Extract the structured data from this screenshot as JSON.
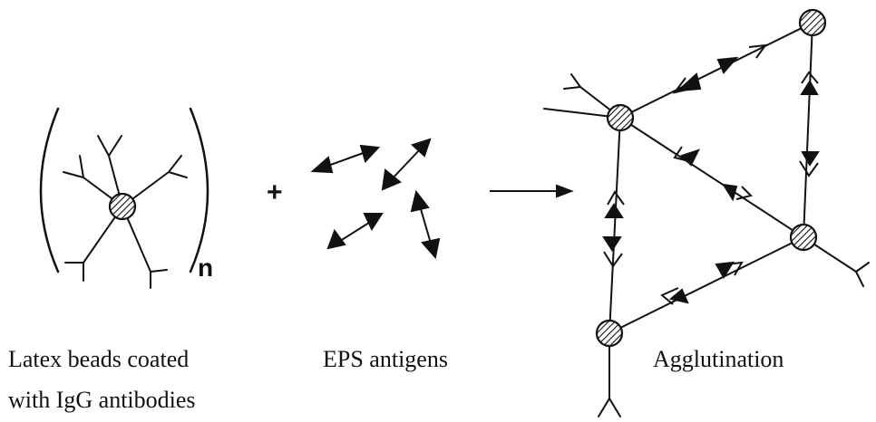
{
  "labels": {
    "beads_line1": "Latex beads coated",
    "beads_line2": "with IgG antibodies",
    "antigens": "EPS antigens",
    "agglutination": "Agglutination",
    "plus": "+",
    "subscript_n": "n"
  },
  "colors": {
    "ink": "#111111",
    "paper": "#ffffff"
  },
  "icons": {
    "bead": "hatched-circle",
    "antibody": "y-shaped-fork",
    "antigen": "double-headed-arrow"
  }
}
